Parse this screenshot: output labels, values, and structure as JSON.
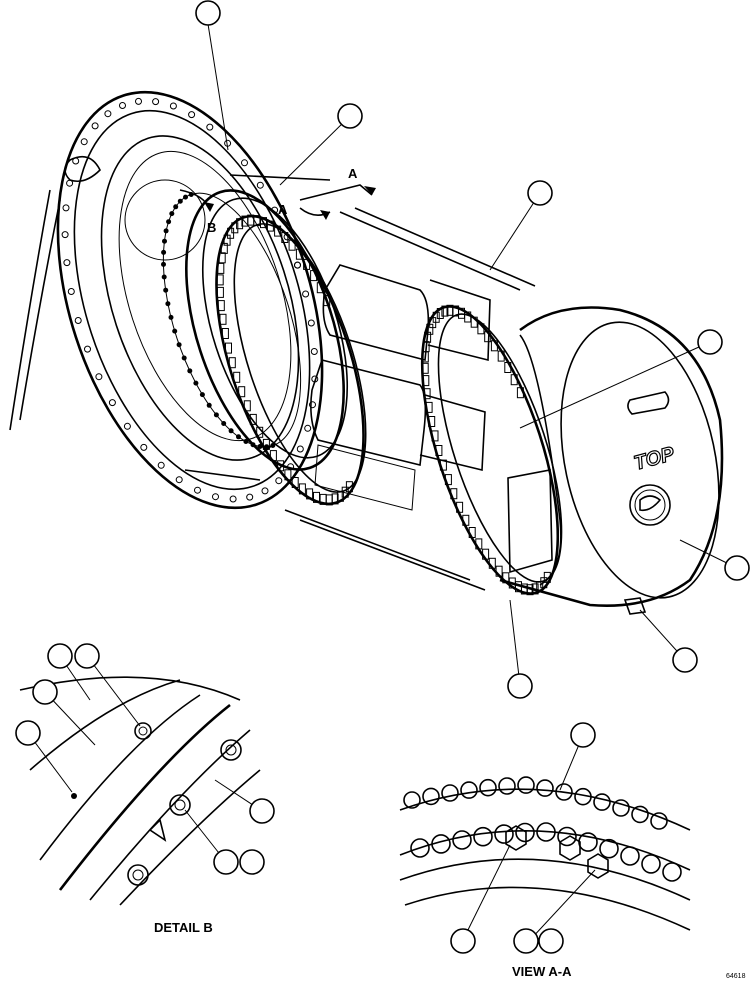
{
  "labels": {
    "section_arrow_a": "A",
    "section_arrow_a_2": "A",
    "detail_b_marker": "B",
    "detail_b_title": "DETAIL B",
    "view_aa_title": "VIEW A-A",
    "top_marking": "TOP",
    "drawing_number": "64618"
  }
}
